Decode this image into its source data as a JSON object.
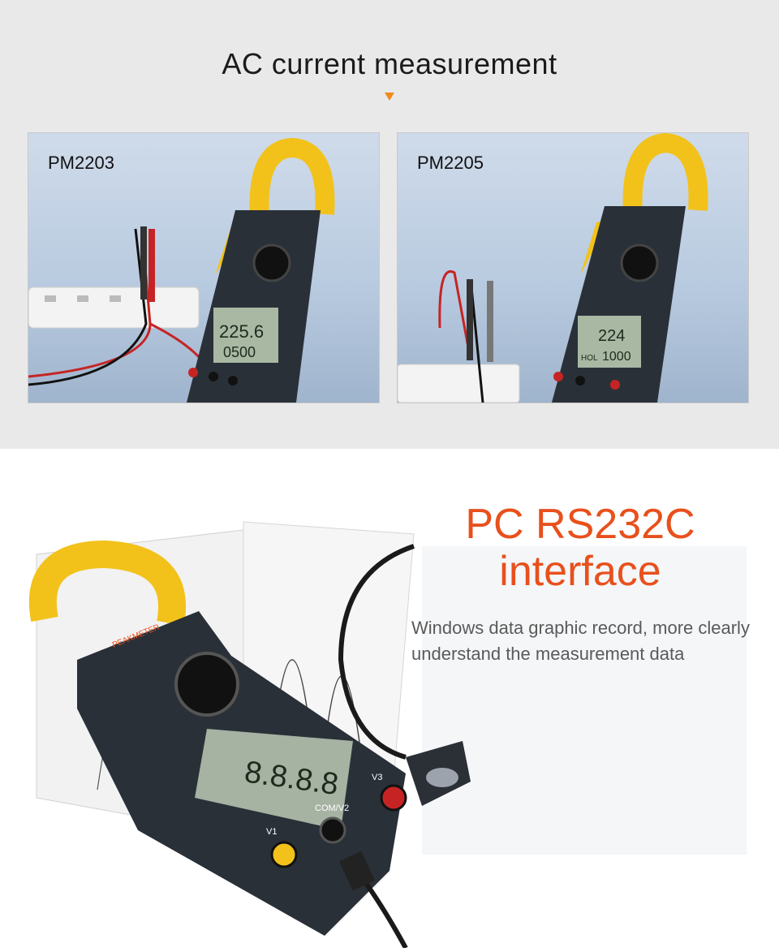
{
  "section_top": {
    "title": "AC current measurement",
    "photos": [
      {
        "label": "PM2203",
        "lcd_line1": "225.6",
        "lcd_line2": "0500"
      },
      {
        "label": "PM2205",
        "lcd_line1": "224",
        "lcd_line2": "1000",
        "lcd_tag": "HOL"
      }
    ]
  },
  "section_bottom": {
    "title_line1": "PC RS232C",
    "title_line2": "interface",
    "description": "Windows data graphic record, more clearly understand the measurement data",
    "meter": {
      "brand": "PEAKMETER",
      "lcd_main": "8.8.8.8",
      "port_labels": [
        "V1",
        "COM/V2",
        "V3"
      ]
    }
  },
  "colors": {
    "accent": "#e8501c",
    "clamp_yellow": "#f2c21b",
    "meter_body": "#2a3038"
  }
}
